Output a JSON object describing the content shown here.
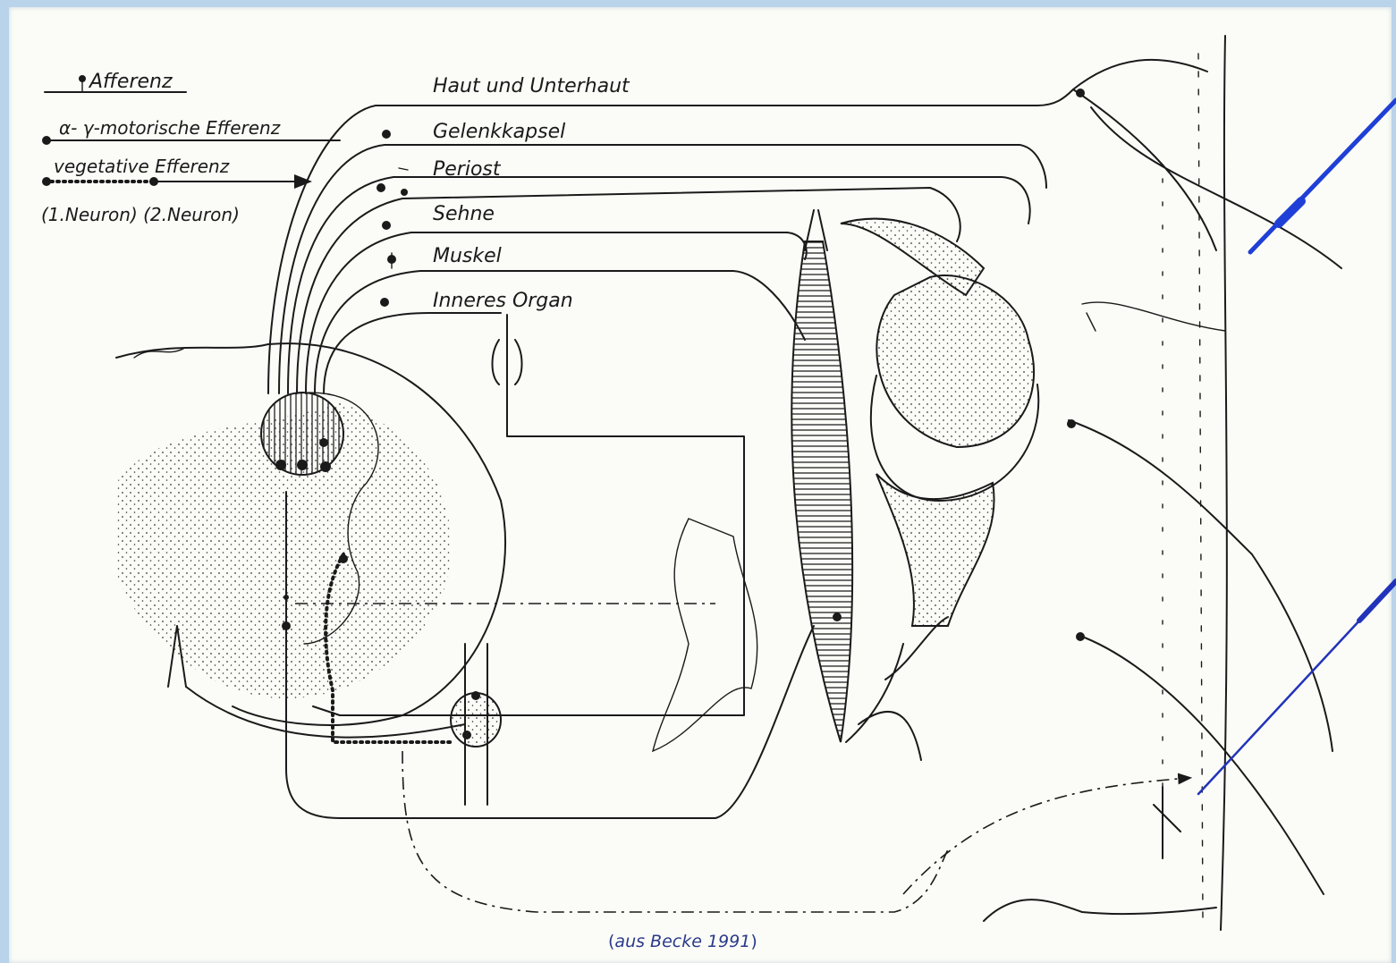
{
  "legend": {
    "afferent": "Afferenz",
    "motor_efferent": "α- γ-motorische Efferenz",
    "vegetative_efferent": "vegetative Efferenz",
    "neuron_labels": "(1.Neuron) (2.Neuron)"
  },
  "tracts": [
    "Haut und Unterhaut",
    "Gelenkkapsel",
    "Periost",
    "Sehne",
    "Muskel",
    "Inneres Organ"
  ],
  "caption": {
    "open": "(",
    "text": "aus Becke 1991",
    "close": ")"
  },
  "colors": {
    "background": "#b9d3ea",
    "paper": "#fbfcf7",
    "ink": "#1a1a1a",
    "needle": "#1f3fd6",
    "caption": "#2a3a8a"
  }
}
